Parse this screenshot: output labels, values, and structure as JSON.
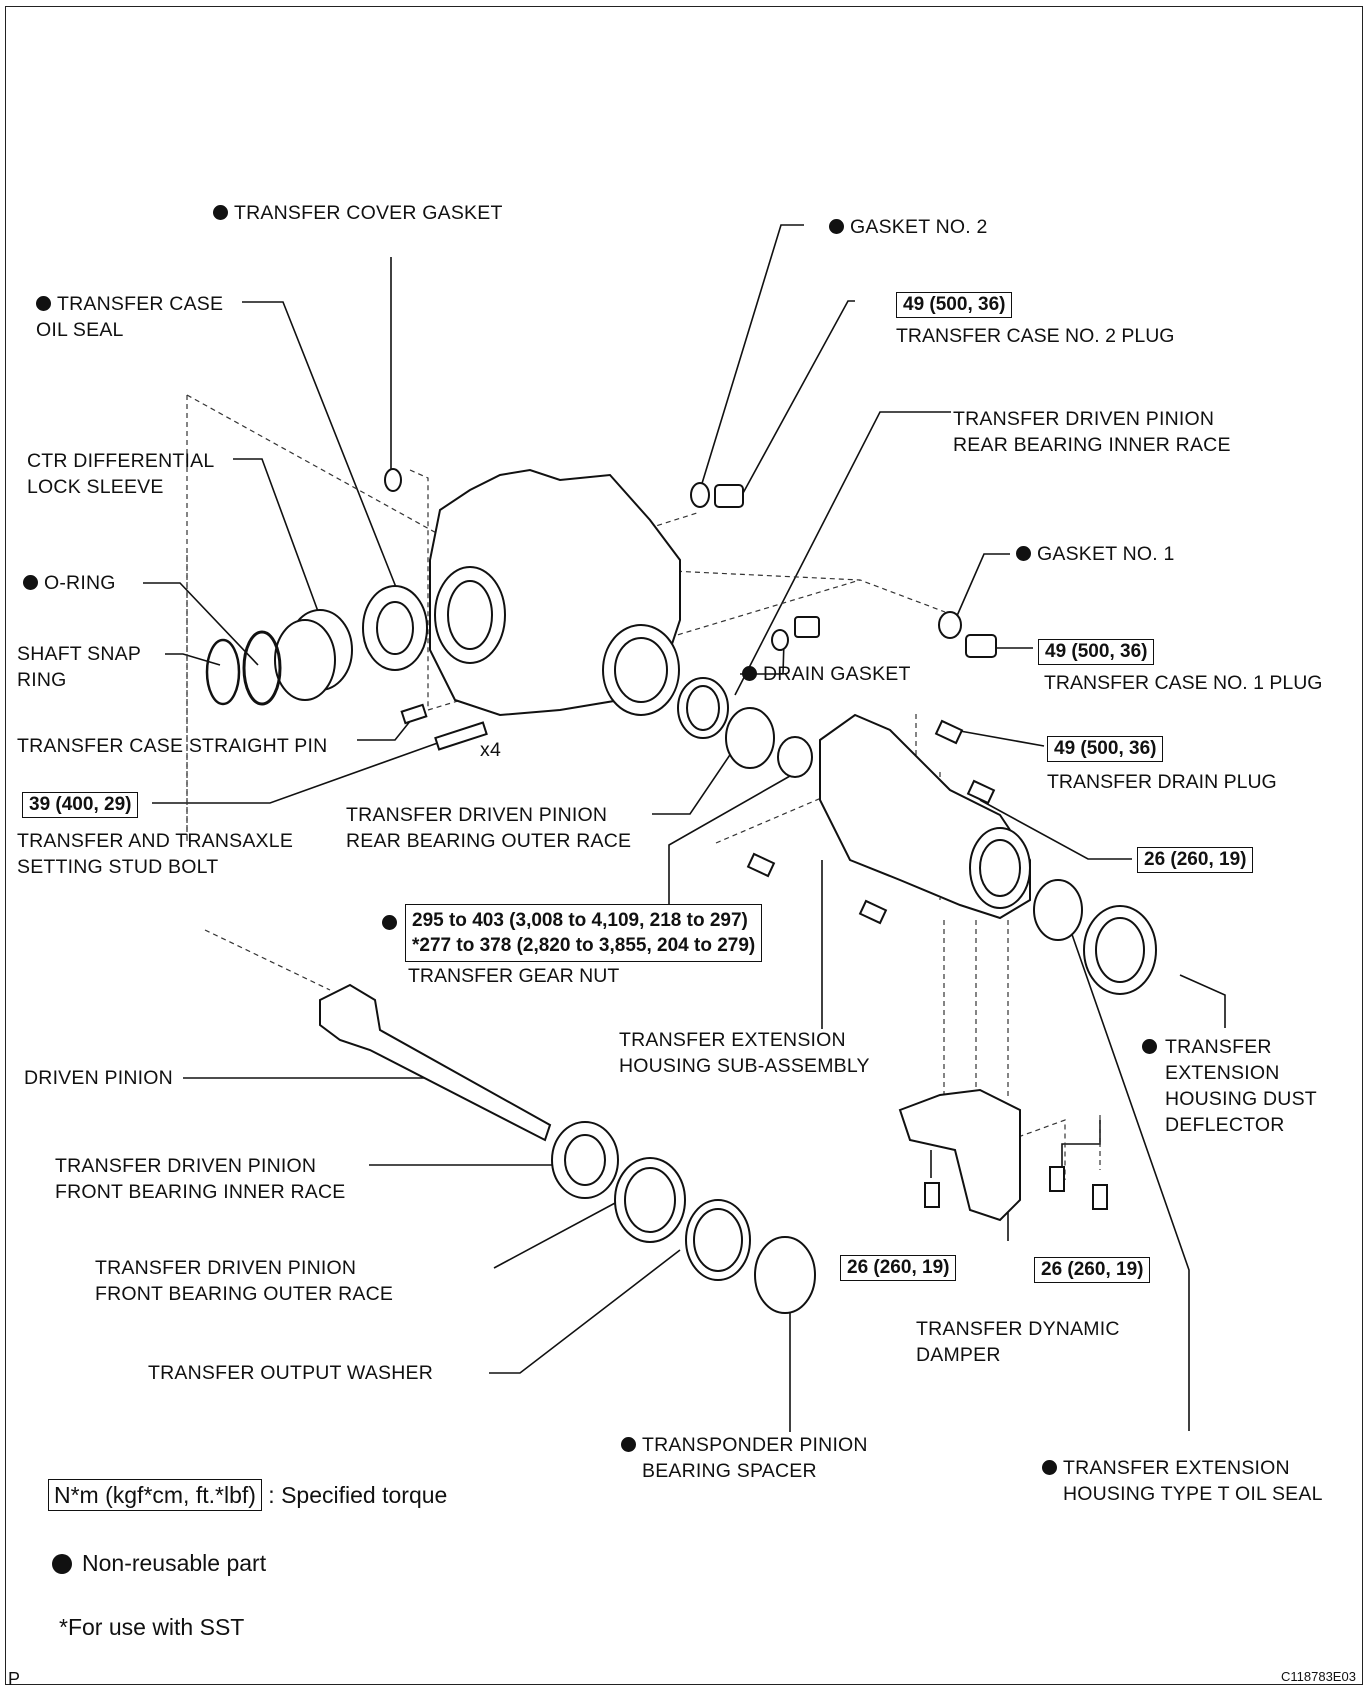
{
  "parts": {
    "transfer_cover_gasket": "TRANSFER COVER GASKET",
    "gasket_no2": "GASKET NO. 2",
    "transfer_case_oil_seal": "TRANSFER CASE\nOIL SEAL",
    "case_no2_plug": "TRANSFER CASE NO. 2 PLUG",
    "driven_pinion_rear_inner_race": "TRANSFER DRIVEN PINION\nREAR BEARING INNER RACE",
    "ctr_diff_lock_sleeve": "CTR DIFFERENTIAL\nLOCK SLEEVE",
    "gasket_no1": "GASKET NO. 1",
    "o_ring": "O-RING",
    "shaft_snap_ring": "SHAFT SNAP\nRING",
    "drain_gasket": "DRAIN GASKET",
    "case_no1_plug": "TRANSFER CASE NO. 1 PLUG",
    "case_straight_pin": "TRANSFER CASE STRAIGHT PIN",
    "x4": "x4",
    "drain_plug": "TRANSFER DRAIN PLUG",
    "stud_bolt": "TRANSFER AND TRANSAXLE\nSETTING STUD BOLT",
    "driven_pinion_rear_outer_race": "TRANSFER DRIVEN PINION\nREAR BEARING OUTER RACE",
    "gear_nut": "TRANSFER GEAR NUT",
    "extension_housing": "TRANSFER EXTENSION\nHOUSING SUB-ASSEMBLY",
    "dust_deflector": "TRANSFER\nEXTENSION\nHOUSING DUST\nDEFLECTOR",
    "driven_pinion": "DRIVEN PINION",
    "front_inner_race": "TRANSFER DRIVEN PINION\nFRONT BEARING INNER RACE",
    "front_outer_race": "TRANSFER DRIVEN PINION\nFRONT BEARING OUTER RACE",
    "dynamic_damper": "TRANSFER DYNAMIC\nDAMPER",
    "output_washer": "TRANSFER OUTPUT WASHER",
    "bearing_spacer": "TRANSPONDER PINION\nBEARING SPACER",
    "ext_oil_seal": "TRANSFER EXTENSION\nHOUSING TYPE T OIL SEAL"
  },
  "torques": {
    "case_no2_plug": "49 (500, 36)",
    "case_no1_plug": "49 (500, 36)",
    "drain_plug": "49 (500, 36)",
    "stud_bolt": "39 (400, 29)",
    "ext_housing_bolt": "26 (260, 19)",
    "gear_nut": "295 to 403 (3,008 to 4,109, 218 to 297)\n*277 to 378 (2,820 to 3,855, 204 to 279)",
    "damper_bolt_left": "26 (260, 19)",
    "damper_bolt_right": "26 (260, 19)"
  },
  "legend": {
    "torque_unit": "N*m (kgf*cm, ft.*lbf)",
    "torque_text": " : Specified torque",
    "non_reusable": "Non-reusable part",
    "sst_note": "*For use with SST"
  },
  "footer": {
    "corner_letter": "P",
    "figure_code": "C118783E03"
  }
}
